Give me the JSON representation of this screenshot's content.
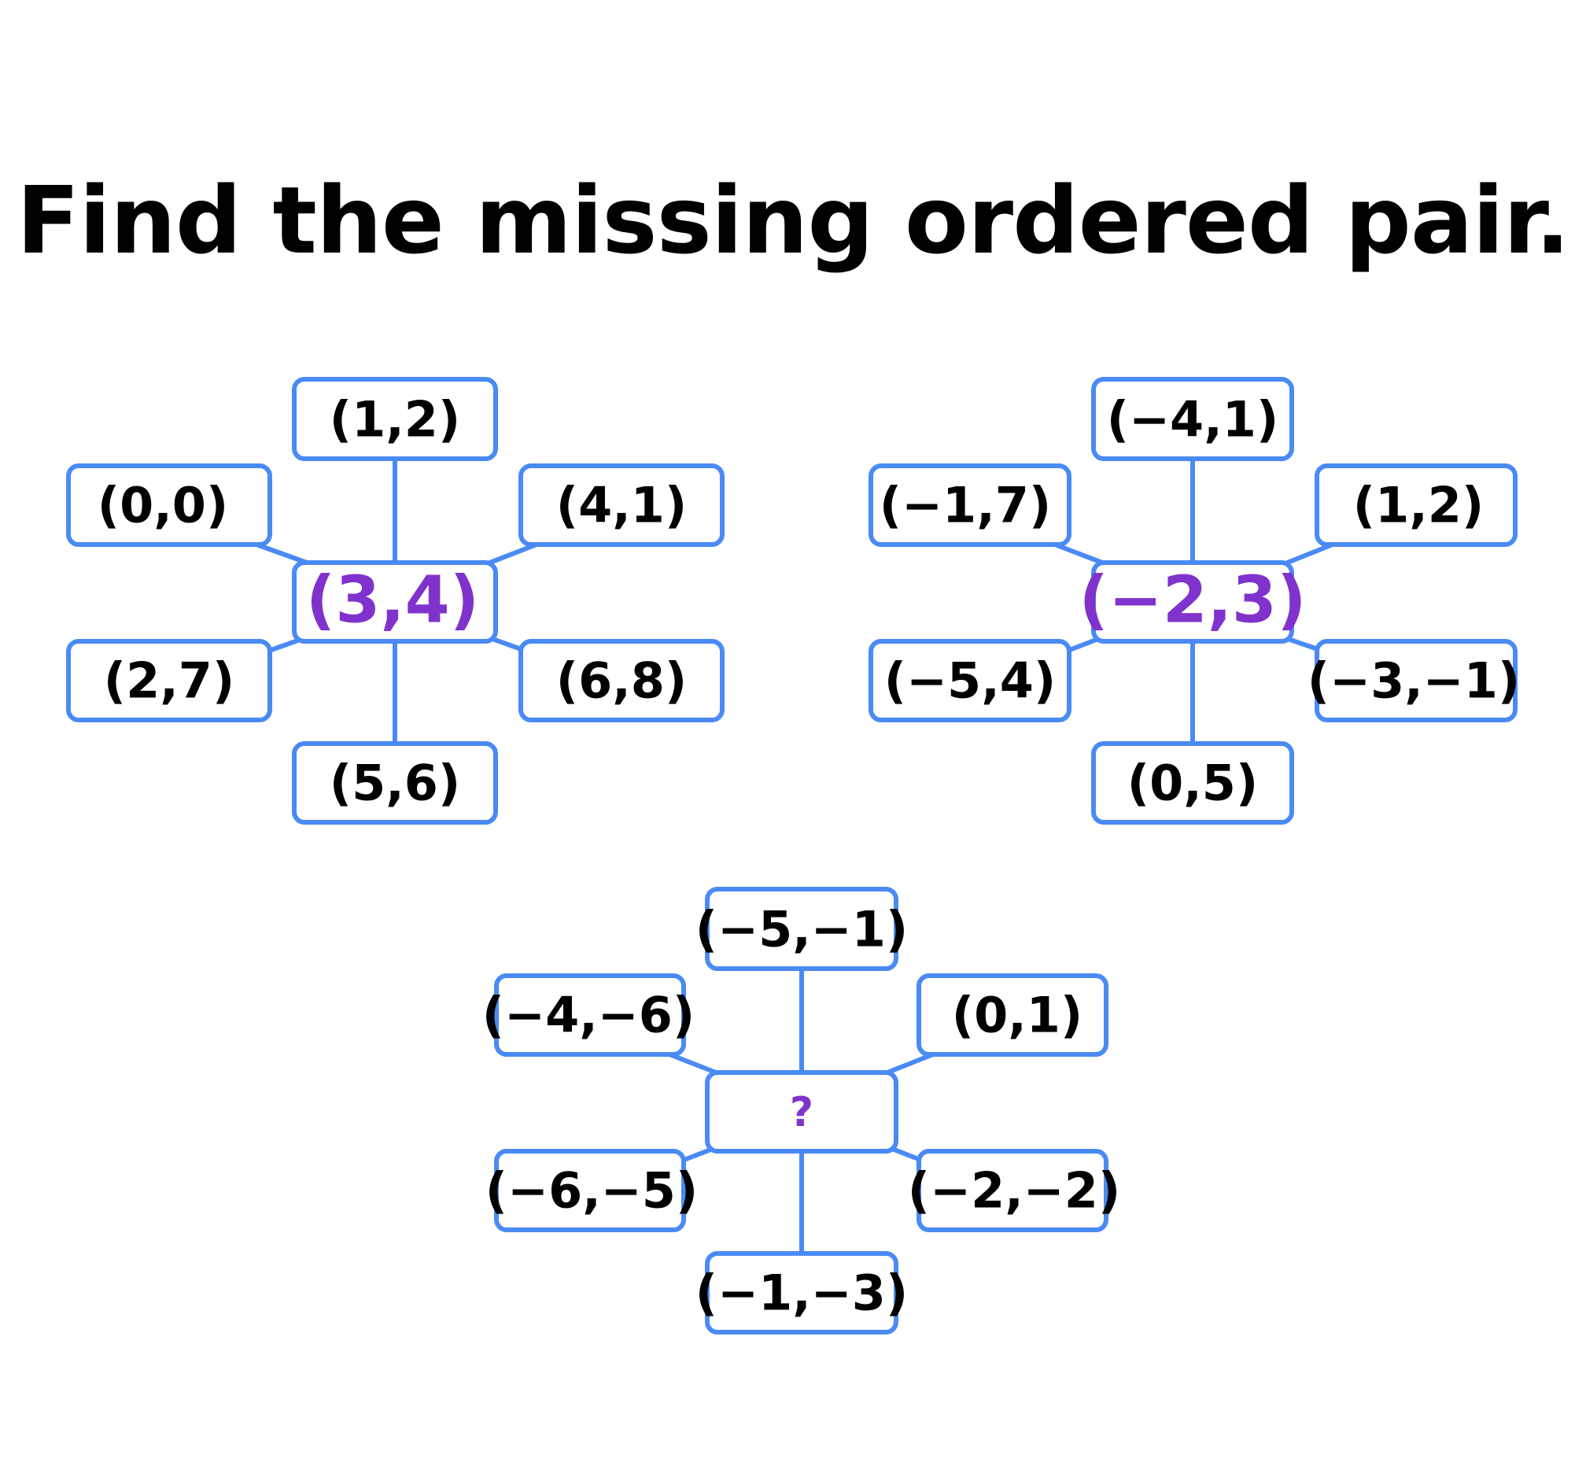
{
  "title": "Find the missing ordered pair.",
  "colors": {
    "box_border": "#4a8af4",
    "center_text": "#8033cc",
    "outer_text": "#000000"
  },
  "puzzles": [
    {
      "center": "(3,4)",
      "top": "(1,2)",
      "upper_left": "(0,0)",
      "upper_right": "(4,1)",
      "lower_left": "(2,7)",
      "lower_right": "(6,8)",
      "bottom": "(5,6)"
    },
    {
      "center": "(−2,3)",
      "top": "(−4,1)",
      "upper_left": "(−1,7)",
      "upper_right": "(1,2)",
      "lower_left": "(−5,4)",
      "lower_right": "(−3,−1)",
      "bottom": "(0,5)"
    },
    {
      "center": "?",
      "top": "(−5,−1)",
      "upper_left": "(−4,−6)",
      "upper_right": "(0,1)",
      "lower_left": "(−6,−5)",
      "lower_right": "(−2,−2)",
      "bottom": "(−1,−3)"
    }
  ]
}
